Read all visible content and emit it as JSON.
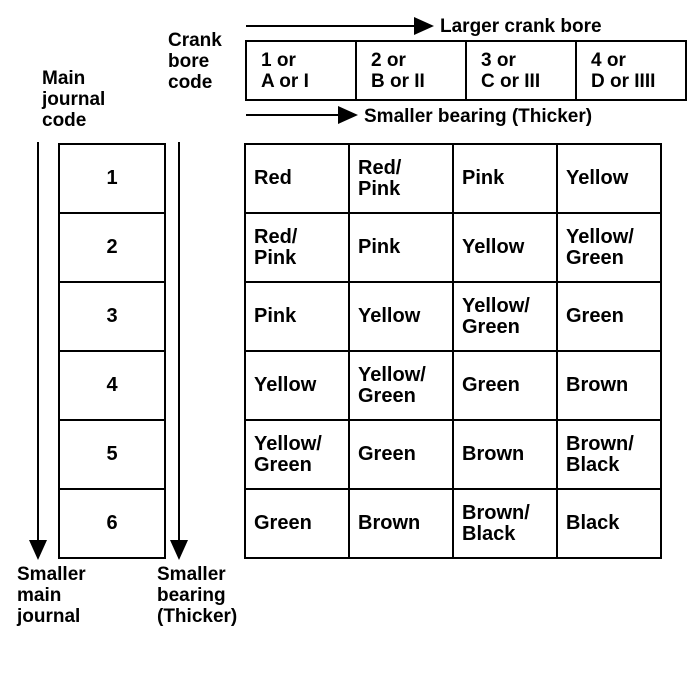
{
  "labels": {
    "larger_crank_bore": "Larger crank bore",
    "crank_bore_code": "Crank\nbore\ncode",
    "smaller_bearing_top": "Smaller bearing (Thicker)",
    "main_journal_code": "Main\njournal\ncode",
    "smaller_main_journal": "Smaller\nmain\njournal",
    "smaller_bearing_bottom": "Smaller\nbearing\n(Thicker)"
  },
  "crank_bore_codes": [
    "1 or\nA or I",
    "2 or\nB or II",
    "3 or\nC or III",
    "4 or\nD or IIII"
  ],
  "main_journal_codes": [
    "1",
    "2",
    "3",
    "4",
    "5",
    "6"
  ],
  "bearing_colors": [
    [
      "Red",
      "Red/\nPink",
      "Pink",
      "Yellow"
    ],
    [
      "Red/\nPink",
      "Pink",
      "Yellow",
      "Yellow/\nGreen"
    ],
    [
      "Pink",
      "Yellow",
      "Yellow/\nGreen",
      "Green"
    ],
    [
      "Yellow",
      "Yellow/\nGreen",
      "Green",
      "Brown"
    ],
    [
      "Yellow/\nGreen",
      "Green",
      "Brown",
      "Brown/\nBlack"
    ],
    [
      "Green",
      "Brown",
      "Brown/\nBlack",
      "Black"
    ]
  ]
}
